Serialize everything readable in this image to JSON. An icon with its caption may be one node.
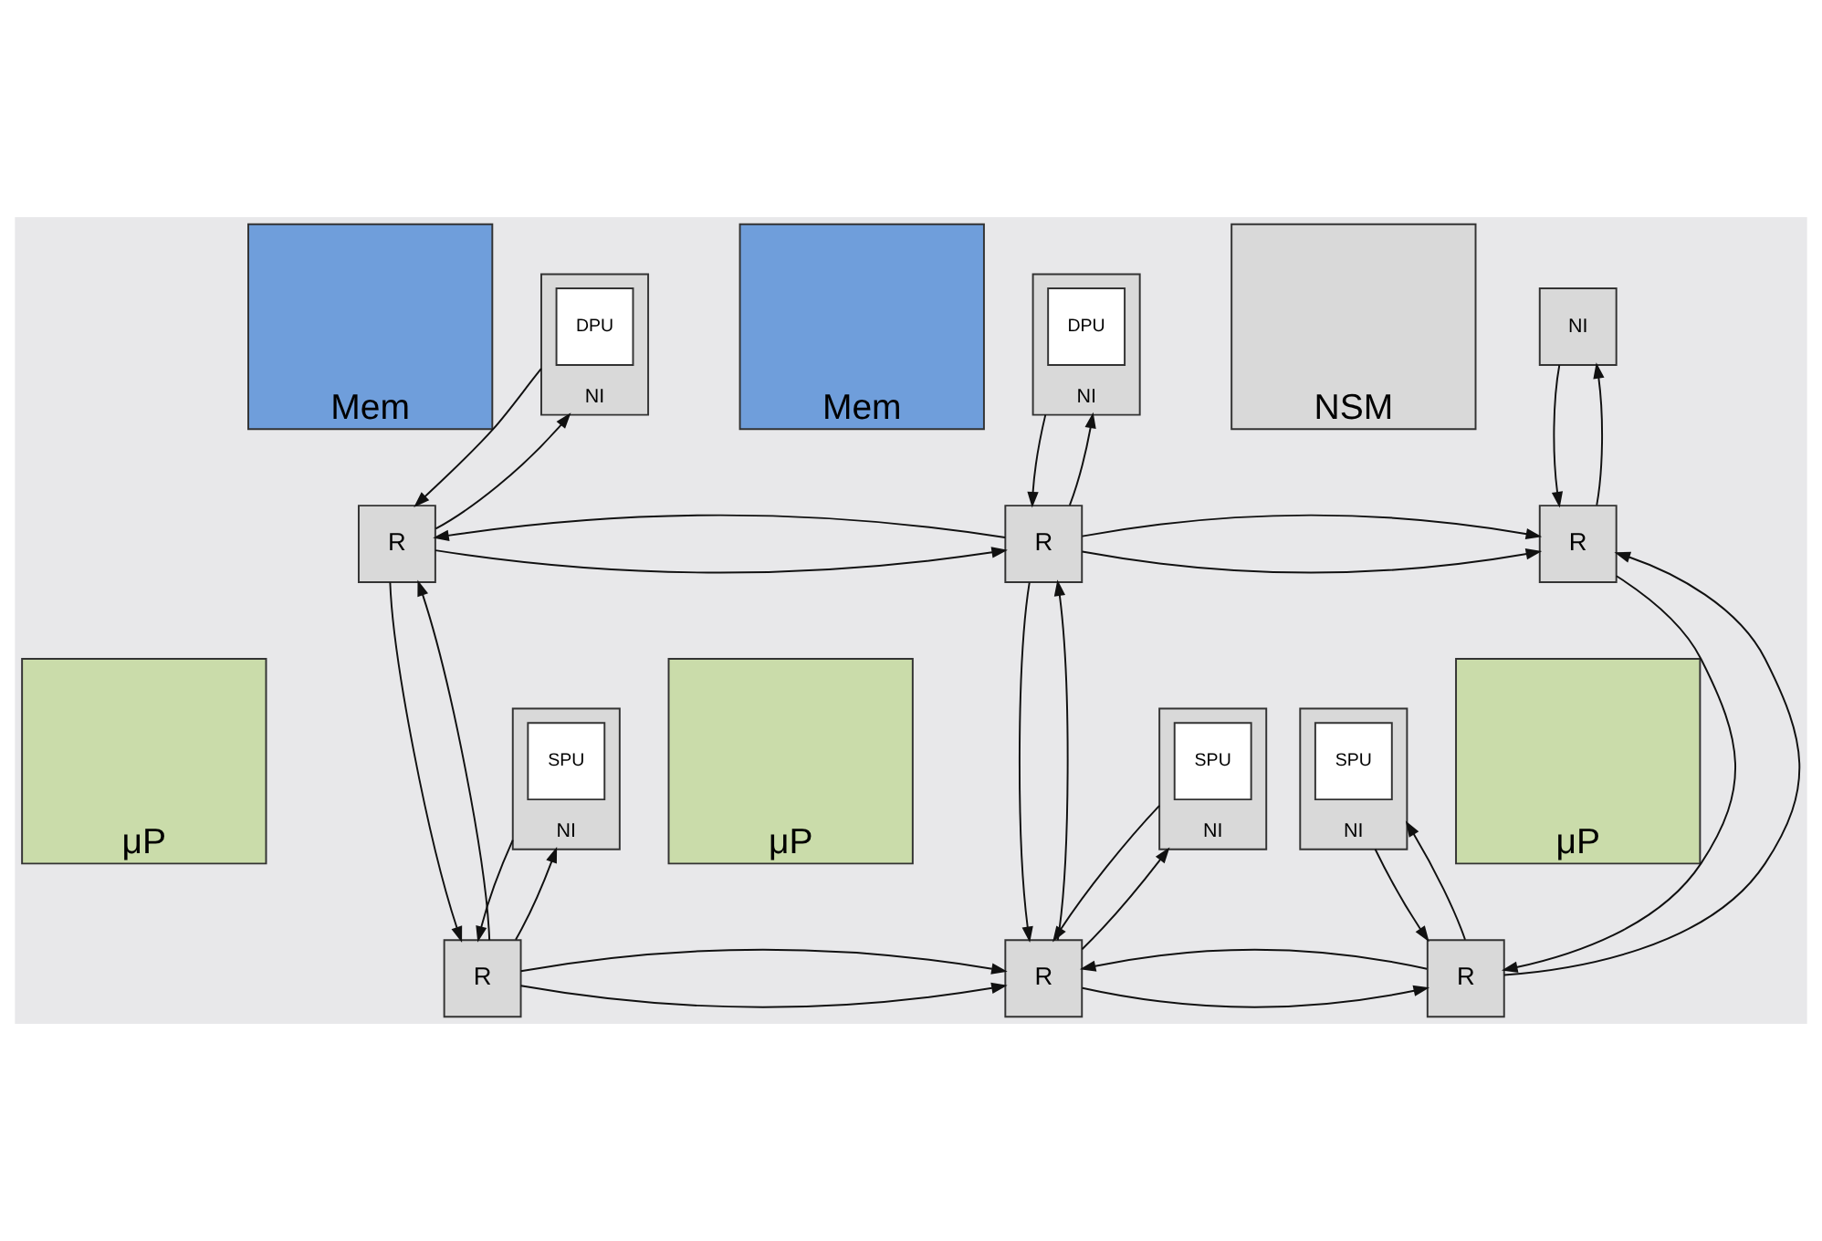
{
  "diagram": {
    "nodes": [
      {
        "text": [
          "Mem"
        ]
      },
      {
        "text": [
          "NI"
        ]
      },
      {
        "text": [
          "DPU"
        ],
        "in": 1
      },
      {
        "text": [
          "Mem"
        ]
      },
      {
        "text": [
          "NI"
        ]
      },
      {
        "text": [
          "DPU"
        ],
        "in": 4
      },
      {
        "text": [
          "NSM"
        ]
      },
      {
        "text": [
          "NI"
        ]
      },
      {
        "text": [
          "R"
        ]
      },
      {
        "text": [
          "R"
        ]
      },
      {
        "text": [
          "R"
        ]
      },
      {
        "text": [
          "μP"
        ]
      },
      {
        "text": [
          "NI"
        ]
      },
      {
        "text": [
          "SPU"
        ],
        "in": 12
      },
      {
        "text": [
          "μP"
        ]
      },
      {
        "text": [
          "NI"
        ]
      },
      {
        "text": [
          "SPU"
        ],
        "in": 15
      },
      {
        "text": [
          "μP"
        ]
      },
      {
        "text": [
          "NI"
        ]
      },
      {
        "text": [
          "SPU"
        ],
        "in": 18
      },
      {
        "text": [
          "R"
        ]
      },
      {
        "text": [
          "R"
        ]
      },
      {
        "text": [
          "R"
        ]
      }
    ],
    "edges": [
      {
        "from": 1,
        "to": 8,
        "arrow": "to"
      },
      {
        "from": 8,
        "to": 1,
        "arrow": "to"
      },
      {
        "from": 4,
        "to": 9,
        "arrow": "to"
      },
      {
        "from": 9,
        "to": 4,
        "arrow": "to"
      },
      {
        "from": 7,
        "to": 10,
        "arrow": "to"
      },
      {
        "from": 10,
        "to": 7,
        "arrow": "to"
      },
      {
        "from": 8,
        "to": 9,
        "arrow": "to"
      },
      {
        "from": 9,
        "to": 8,
        "arrow": "to"
      },
      {
        "from": 9,
        "to": 10,
        "arrow": "to"
      },
      {
        "from": 9,
        "to": 10,
        "arrow": "to"
      },
      {
        "from": 8,
        "to": 20,
        "arrow": "to"
      },
      {
        "from": 20,
        "to": 8,
        "arrow": "to"
      },
      {
        "from": 9,
        "to": 21,
        "arrow": "to"
      },
      {
        "from": 21,
        "to": 9,
        "arrow": "to"
      },
      {
        "from": 10,
        "to": 22,
        "arrow": "to"
      },
      {
        "from": 22,
        "to": 10,
        "arrow": "to"
      },
      {
        "from": 12,
        "to": 20,
        "arrow": "to"
      },
      {
        "from": 20,
        "to": 12,
        "arrow": "to"
      },
      {
        "from": 15,
        "to": 21,
        "arrow": "to"
      },
      {
        "from": 21,
        "to": 15,
        "arrow": "to"
      },
      {
        "from": 18,
        "to": 22,
        "arrow": "to"
      },
      {
        "from": 22,
        "to": 18,
        "arrow": "to"
      },
      {
        "from": 20,
        "to": 21,
        "arrow": "to"
      },
      {
        "from": 20,
        "to": 21,
        "arrow": "to"
      },
      {
        "from": 21,
        "to": 22,
        "arrow": "to"
      },
      {
        "from": 22,
        "to": 21,
        "arrow": "to"
      }
    ]
  }
}
